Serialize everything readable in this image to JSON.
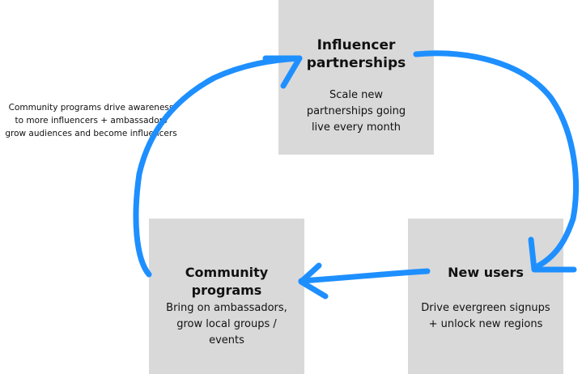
{
  "nodes": {
    "influencer": {
      "title": "Influencer partnerships",
      "description": "Scale new partnerships going live every month"
    },
    "community": {
      "title": "Community programs",
      "description": "Bring on ambassadors, grow local groups / events"
    },
    "new_users": {
      "title": "New users",
      "description": "Drive evergreen signups + unlock new regions"
    }
  },
  "annotation": {
    "line1": "Community programs drive awareness",
    "line2": "to more influencers +  ambassadors",
    "line3": "grow audiences and become influencers"
  },
  "colors": {
    "box_fill": "#d9d9d9",
    "arrow": "#1e8fff",
    "text": "#111111"
  }
}
